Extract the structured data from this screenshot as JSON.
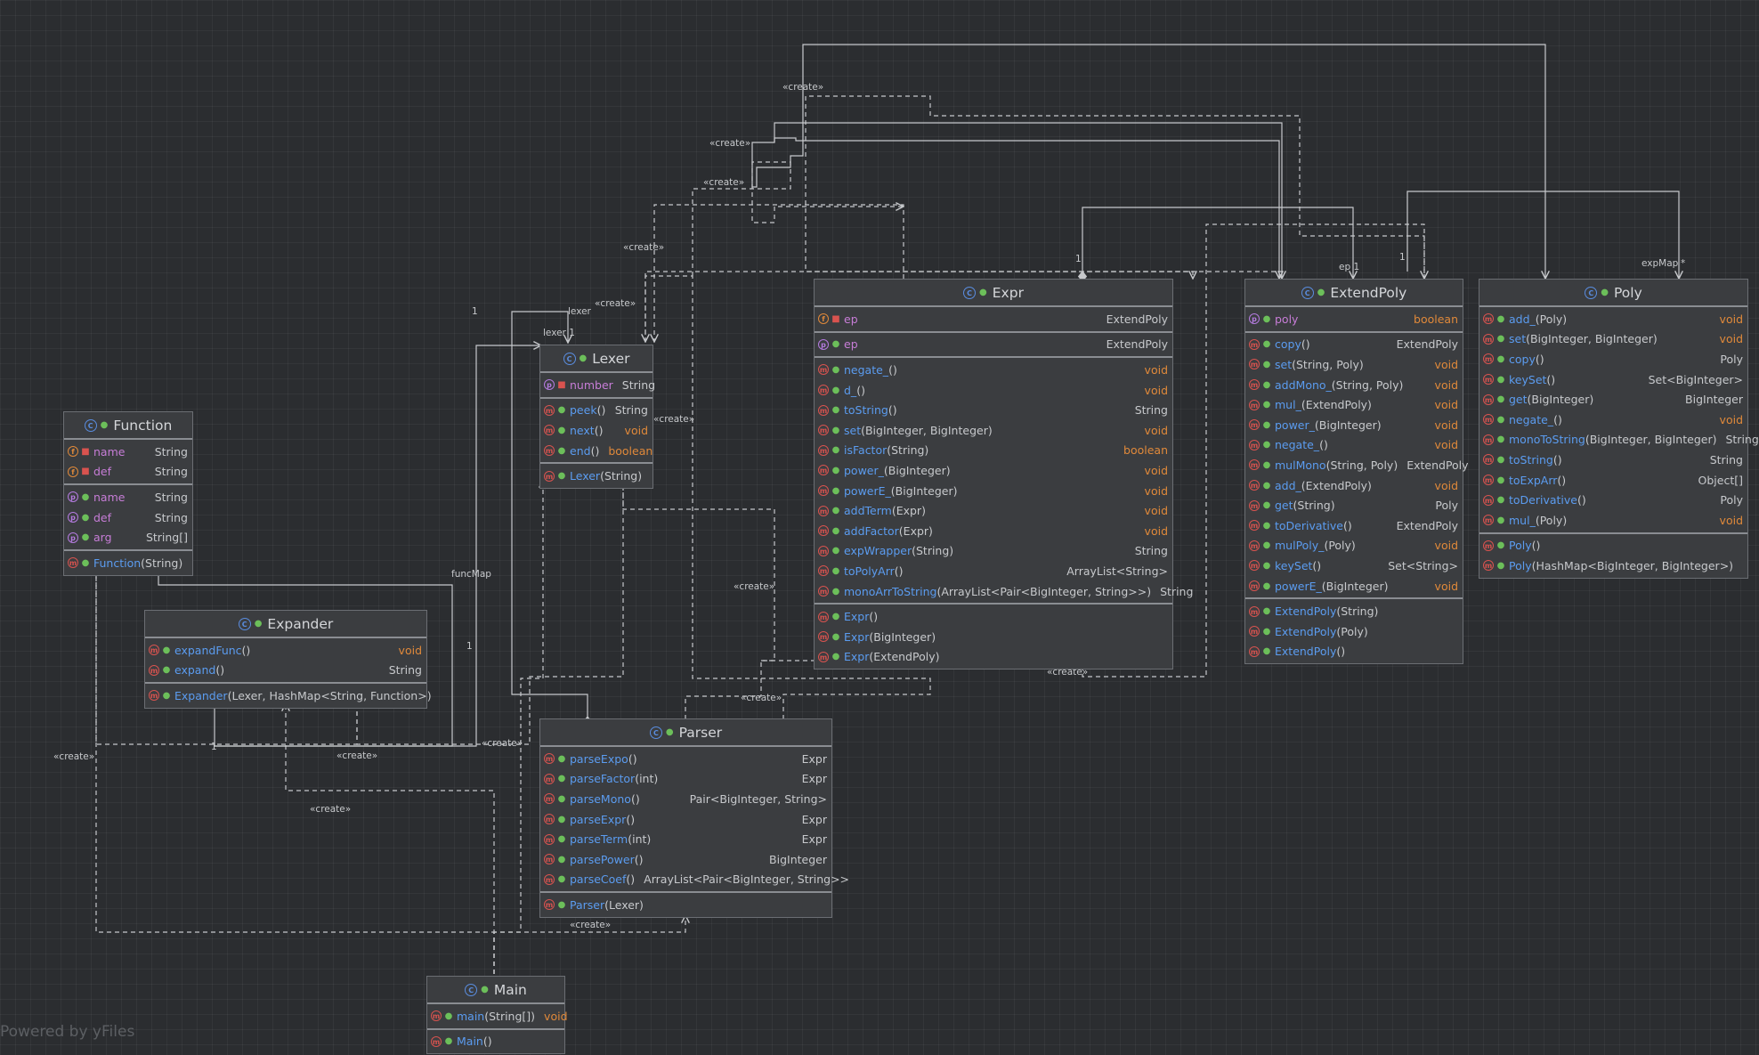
{
  "watermark": "Powered by yFiles",
  "edge_labels": {
    "create": "«create»",
    "one": "1",
    "lexer": "lexer",
    "lexer_one": "lexer 1",
    "func_map": "funcMap",
    "ep_one": "ep 1",
    "exp_map": "expMap",
    "star": "*"
  },
  "classes": {
    "function": {
      "name": "Function",
      "fields": [
        {
          "name": "name",
          "type": "String"
        },
        {
          "name": "def",
          "type": "String"
        }
      ],
      "properties": [
        {
          "name": "name",
          "type": "String"
        },
        {
          "name": "def",
          "type": "String"
        },
        {
          "name": "arg",
          "type": "String[]"
        }
      ],
      "constructors": [
        {
          "name": "Function",
          "params": "(String)"
        }
      ]
    },
    "lexer": {
      "name": "Lexer",
      "properties": [
        {
          "name": "number",
          "type": "String"
        }
      ],
      "methods": [
        {
          "name": "peek",
          "params": "()",
          "type": "String"
        },
        {
          "name": "next",
          "params": "()",
          "type": "void"
        },
        {
          "name": "end",
          "params": "()",
          "type": "boolean"
        }
      ],
      "constructors": [
        {
          "name": "Lexer",
          "params": "(String)"
        }
      ]
    },
    "expr": {
      "name": "Expr",
      "fields": [
        {
          "name": "ep",
          "type": "ExtendPoly"
        }
      ],
      "properties": [
        {
          "name": "ep",
          "type": "ExtendPoly"
        }
      ],
      "methods": [
        {
          "name": "negate_",
          "params": "()",
          "type": "void"
        },
        {
          "name": "d_",
          "params": "()",
          "type": "void"
        },
        {
          "name": "toString",
          "params": "()",
          "type": "String"
        },
        {
          "name": "set",
          "params": "(BigInteger, BigInteger)",
          "type": "void"
        },
        {
          "name": "isFactor",
          "params": "(String)",
          "type": "boolean"
        },
        {
          "name": "power_",
          "params": "(BigInteger)",
          "type": "void"
        },
        {
          "name": "powerE_",
          "params": "(BigInteger)",
          "type": "void"
        },
        {
          "name": "addTerm",
          "params": "(Expr)",
          "type": "void"
        },
        {
          "name": "addFactor",
          "params": "(Expr)",
          "type": "void"
        },
        {
          "name": "expWrapper",
          "params": "(String)",
          "type": "String"
        },
        {
          "name": "toPolyArr",
          "params": "()",
          "type": "ArrayList<String>"
        },
        {
          "name": "monoArrToString",
          "params": "(ArrayList<Pair<BigInteger, String>>)",
          "type": "String"
        }
      ],
      "constructors": [
        {
          "name": "Expr",
          "params": "()"
        },
        {
          "name": "Expr",
          "params": "(BigInteger)"
        },
        {
          "name": "Expr",
          "params": "(ExtendPoly)"
        }
      ]
    },
    "extendpoly": {
      "name": "ExtendPoly",
      "properties": [
        {
          "name": "poly",
          "type": "boolean"
        }
      ],
      "methods": [
        {
          "name": "copy",
          "params": "()",
          "type": "ExtendPoly"
        },
        {
          "name": "set",
          "params": "(String, Poly)",
          "type": "void"
        },
        {
          "name": "addMono_",
          "params": "(String, Poly)",
          "type": "void"
        },
        {
          "name": "mul_",
          "params": "(ExtendPoly)",
          "type": "void"
        },
        {
          "name": "power_",
          "params": "(BigInteger)",
          "type": "void"
        },
        {
          "name": "negate_",
          "params": "()",
          "type": "void"
        },
        {
          "name": "mulMono",
          "params": "(String, Poly)",
          "type": "ExtendPoly"
        },
        {
          "name": "add_",
          "params": "(ExtendPoly)",
          "type": "void"
        },
        {
          "name": "get",
          "params": "(String)",
          "type": "Poly"
        },
        {
          "name": "toDerivative",
          "params": "()",
          "type": "ExtendPoly"
        },
        {
          "name": "mulPoly_",
          "params": "(Poly)",
          "type": "void"
        },
        {
          "name": "keySet",
          "params": "()",
          "type": "Set<String>"
        },
        {
          "name": "powerE_",
          "params": "(BigInteger)",
          "type": "void"
        }
      ],
      "constructors": [
        {
          "name": "ExtendPoly",
          "params": "(String)"
        },
        {
          "name": "ExtendPoly",
          "params": "(Poly)"
        },
        {
          "name": "ExtendPoly",
          "params": "()"
        }
      ]
    },
    "poly": {
      "name": "Poly",
      "methods": [
        {
          "name": "add_",
          "params": "(Poly)",
          "type": "void"
        },
        {
          "name": "set",
          "params": "(BigInteger, BigInteger)",
          "type": "void"
        },
        {
          "name": "copy",
          "params": "()",
          "type": "Poly"
        },
        {
          "name": "keySet",
          "params": "()",
          "type": "Set<BigInteger>"
        },
        {
          "name": "get",
          "params": "(BigInteger)",
          "type": "BigInteger"
        },
        {
          "name": "negate_",
          "params": "()",
          "type": "void"
        },
        {
          "name": "monoToString",
          "params": "(BigInteger, BigInteger)",
          "type": "String"
        },
        {
          "name": "toString",
          "params": "()",
          "type": "String"
        },
        {
          "name": "toExpArr",
          "params": "()",
          "type": "Object[]"
        },
        {
          "name": "toDerivative",
          "params": "()",
          "type": "Poly"
        },
        {
          "name": "mul_",
          "params": "(Poly)",
          "type": "void"
        }
      ],
      "constructors": [
        {
          "name": "Poly",
          "params": "()"
        },
        {
          "name": "Poly",
          "params": "(HashMap<BigInteger, BigInteger>)"
        }
      ]
    },
    "expander": {
      "name": "Expander",
      "methods": [
        {
          "name": "expandFunc",
          "params": "()",
          "type": "void"
        },
        {
          "name": "expand",
          "params": "()",
          "type": "String"
        }
      ],
      "constructors": [
        {
          "name": "Expander",
          "params": "(Lexer, HashMap<String, Function>)"
        }
      ]
    },
    "parser": {
      "name": "Parser",
      "methods": [
        {
          "name": "parseExpo",
          "params": "()",
          "type": "Expr"
        },
        {
          "name": "parseFactor",
          "params": "(int)",
          "type": "Expr"
        },
        {
          "name": "parseMono",
          "params": "()",
          "type": "Pair<BigInteger, String>"
        },
        {
          "name": "parseExpr",
          "params": "()",
          "type": "Expr"
        },
        {
          "name": "parseTerm",
          "params": "(int)",
          "type": "Expr"
        },
        {
          "name": "parsePower",
          "params": "()",
          "type": "BigInteger"
        },
        {
          "name": "parseCoef",
          "params": "()",
          "type": "ArrayList<Pair<BigInteger, String>>"
        }
      ],
      "constructors": [
        {
          "name": "Parser",
          "params": "(Lexer)"
        }
      ]
    },
    "main": {
      "name": "Main",
      "methods": [
        {
          "name": "main",
          "params": "(String[])",
          "type": "void"
        }
      ],
      "constructors": [
        {
          "name": "Main",
          "params": "()"
        }
      ]
    }
  }
}
